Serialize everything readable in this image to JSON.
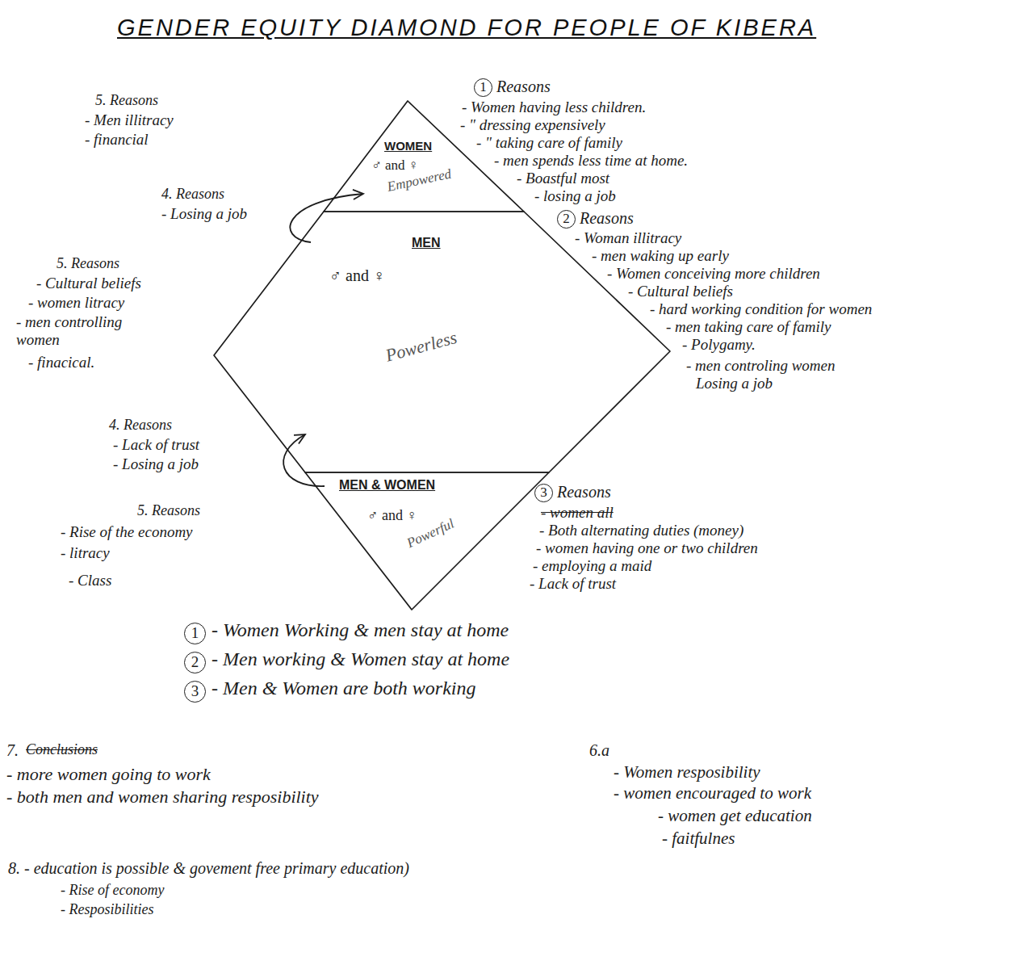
{
  "diagram": {
    "title": "GENDER EQUITY DIAMOND FOR PEOPLE OF KIBERA",
    "nodes": [
      {
        "text": [
          "WOMEN",
          "♂ and ♀",
          "Empowered"
        ]
      },
      {
        "text": [
          "MEN",
          "♂ and ♀",
          "Powerless"
        ]
      },
      {
        "text": [
          "MEN & WOMEN",
          "♂ and ♀",
          "Powerful"
        ]
      }
    ],
    "edges": [
      {
        "from": 1,
        "to": 0,
        "arrow": "to"
      },
      {
        "from": 2,
        "to": 1,
        "arrow": "to"
      }
    ],
    "labels": [
      "1",
      "Reasons",
      "- Women having less children.",
      "- \" dressing expensively",
      "- \" taking care of family",
      "- men spends less time at home.",
      "- Boastful most",
      "- losing a job",
      "2",
      "Reasons",
      "- Woman illitracy",
      "- men waking up early",
      "- Women conceiving more children",
      "- Cultural beliefs",
      "- hard working condition for women",
      "- men taking care of family",
      "- Polygamy.",
      "- men controling women",
      "Losing a job",
      "3",
      "Reasons",
      "- women all",
      "- Both alternating duties (money)",
      "- women having one or two children",
      "- employing a maid",
      "- Lack of trust",
      "5. Reasons",
      "- Men illitracy",
      "- financial",
      "4. Reasons",
      "- Losing a job",
      "5. Reasons",
      "- Cultural beliefs",
      "- women litracy",
      "- men controlling women",
      "- finacical.",
      "4. Reasons",
      "- Lack of trust",
      "- Losing a job",
      "5. Reasons",
      "- Rise of the economy",
      "- litracy",
      "- Class",
      "1",
      "- Women Working & men stay at home",
      "2",
      "- Men working & Women stay at home",
      "3",
      "- Men & Women are both working",
      "7.",
      "Conclusions",
      "- more women going to work",
      "- both men and women sharing resposibility",
      "6.a",
      "- Women resposibility",
      "- women encouraged to work",
      "- women get education",
      "- faitfulnes",
      "8. - education is possible & govement free primary education)",
      "- Rise of economy",
      "- Resposibilities"
    ]
  }
}
